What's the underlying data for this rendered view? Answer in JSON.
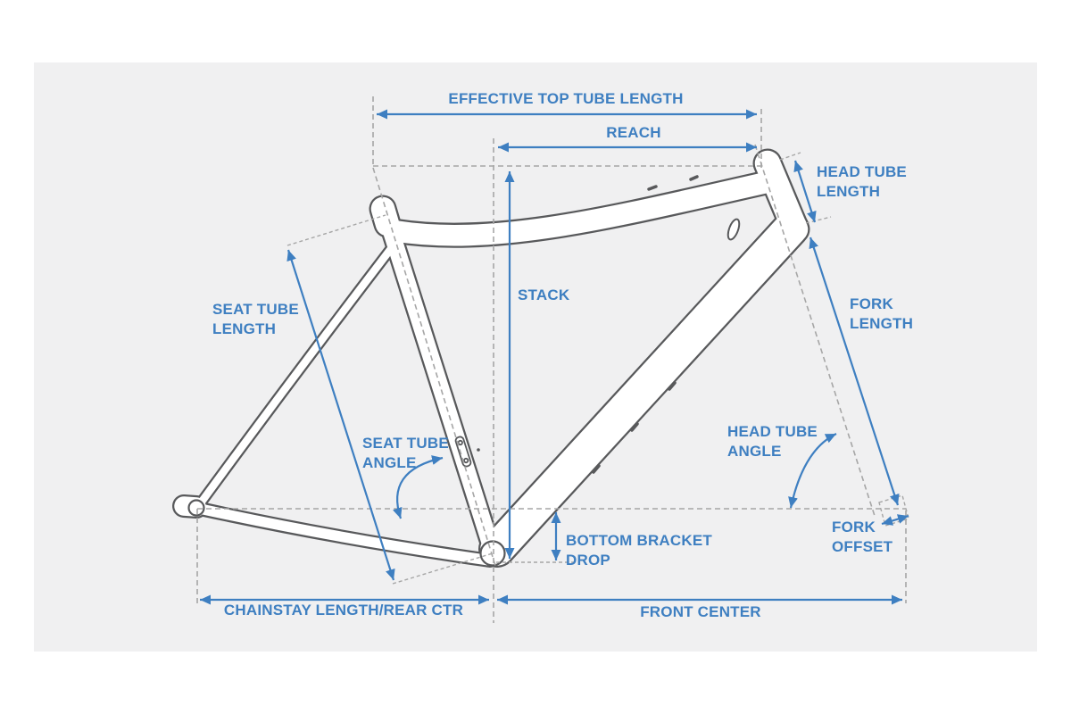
{
  "diagram_title": "bike-frame-geometry-diagram",
  "labels": {
    "effective_top_tube_length": "EFFECTIVE TOP TUBE LENGTH",
    "reach": "REACH",
    "head_tube_length": "HEAD TUBE\nLENGTH",
    "seat_tube_length": "SEAT TUBE\nLENGTH",
    "stack": "STACK",
    "fork_length": "FORK\nLENGTH",
    "seat_tube_angle": "SEAT TUBE\nANGLE",
    "head_tube_angle": "HEAD TUBE\nANGLE",
    "bottom_bracket_drop": "BOTTOM BRACKET\nDROP",
    "fork_offset": "FORK\nOFFSET",
    "chainstay_length": "CHAINSTAY LENGTH/REAR CTR",
    "front_center": "FRONT CENTER"
  },
  "colors": {
    "annotation_blue": "#3e7fc1",
    "guide_gray": "#a6a6a6",
    "frame_outline_gray": "#58595b",
    "board_background": "#f0f0f1",
    "page_background": "#ffffff"
  }
}
